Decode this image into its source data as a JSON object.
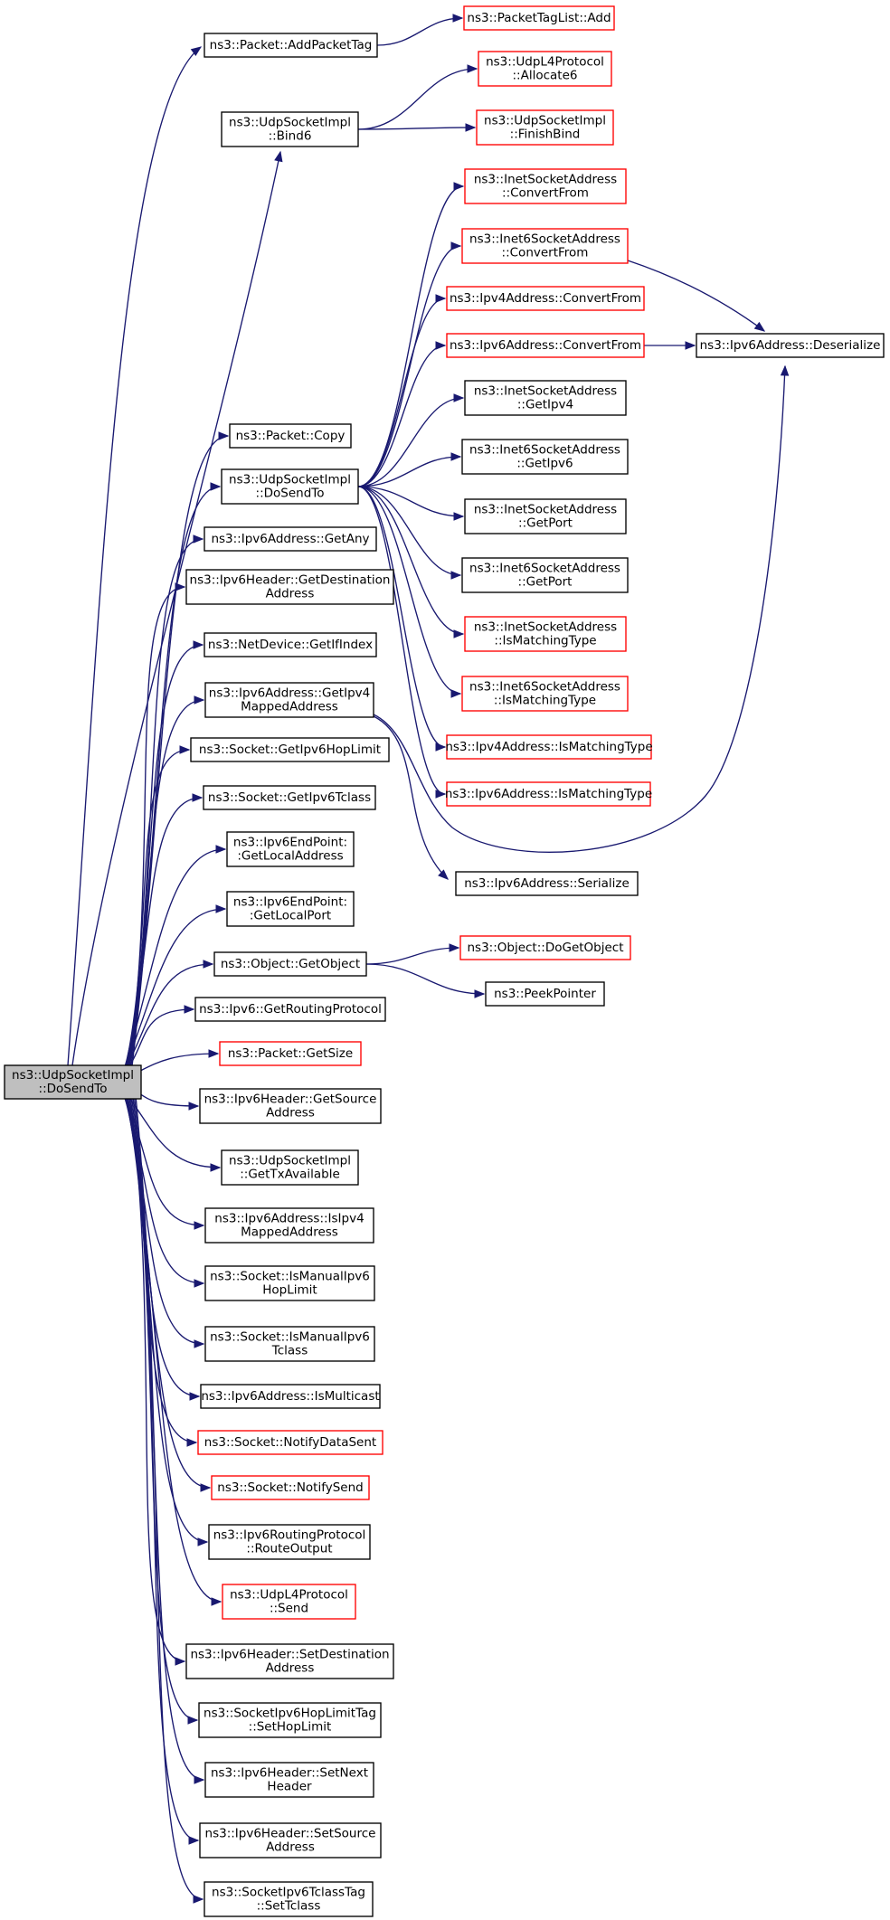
{
  "colors": {
    "edge": "#191970",
    "node_border_default": "#000000",
    "node_border_truncated": "#ff0000",
    "root_fill": "#bfbfbf",
    "node_fill": "#ffffff"
  },
  "nodes": [
    {
      "id": "root",
      "lines": [
        "ns3::UdpSocketImpl",
        "::DoSendTo"
      ],
      "border": "black",
      "root": true
    },
    {
      "id": "packet-addpackettag",
      "lines": [
        "ns3::Packet::AddPacketTag"
      ],
      "border": "black"
    },
    {
      "id": "packettaglist-add",
      "lines": [
        "ns3::PacketTagList::Add"
      ],
      "border": "red"
    },
    {
      "id": "udpsocketimpl-bind6",
      "lines": [
        "ns3::UdpSocketImpl",
        "::Bind6"
      ],
      "border": "black"
    },
    {
      "id": "udpl4protocol-allocate6",
      "lines": [
        "ns3::UdpL4Protocol",
        "::Allocate6"
      ],
      "border": "red"
    },
    {
      "id": "udpsocketimpl-finishbind",
      "lines": [
        "ns3::UdpSocketImpl",
        "::FinishBind"
      ],
      "border": "red"
    },
    {
      "id": "inetsocketaddress-convertfrom",
      "lines": [
        "ns3::InetSocketAddress",
        "::ConvertFrom"
      ],
      "border": "red"
    },
    {
      "id": "inet6socketaddress-convertfrom",
      "lines": [
        "ns3::Inet6SocketAddress",
        "::ConvertFrom"
      ],
      "border": "red"
    },
    {
      "id": "ipv4address-convertfrom",
      "lines": [
        "ns3::Ipv4Address::ConvertFrom"
      ],
      "border": "red"
    },
    {
      "id": "ipv6address-convertfrom",
      "lines": [
        "ns3::Ipv6Address::ConvertFrom"
      ],
      "border": "red"
    },
    {
      "id": "ipv6address-deserialize",
      "lines": [
        "ns3::Ipv6Address::Deserialize"
      ],
      "border": "black"
    },
    {
      "id": "inetsocketaddress-getipv4",
      "lines": [
        "ns3::InetSocketAddress",
        "::GetIpv4"
      ],
      "border": "black"
    },
    {
      "id": "packet-copy",
      "lines": [
        "ns3::Packet::Copy"
      ],
      "border": "black"
    },
    {
      "id": "udpsocketimpl-dosendto",
      "lines": [
        "ns3::UdpSocketImpl",
        "::DoSendTo"
      ],
      "border": "black"
    },
    {
      "id": "inet6socketaddress-getipv6",
      "lines": [
        "ns3::Inet6SocketAddress",
        "::GetIpv6"
      ],
      "border": "black"
    },
    {
      "id": "inetsocketaddress-getport",
      "lines": [
        "ns3::InetSocketAddress",
        "::GetPort"
      ],
      "border": "black"
    },
    {
      "id": "ipv6address-getany",
      "lines": [
        "ns3::Ipv6Address::GetAny"
      ],
      "border": "black"
    },
    {
      "id": "inet6socketaddress-getport",
      "lines": [
        "ns3::Inet6SocketAddress",
        "::GetPort"
      ],
      "border": "black"
    },
    {
      "id": "ipv6header-getdestinationaddress",
      "lines": [
        "ns3::Ipv6Header::GetDestination",
        "Address"
      ],
      "border": "black"
    },
    {
      "id": "inetsocketaddress-ismatchingtype",
      "lines": [
        "ns3::InetSocketAddress",
        "::IsMatchingType"
      ],
      "border": "red"
    },
    {
      "id": "netdevice-getifindex",
      "lines": [
        "ns3::NetDevice::GetIfIndex"
      ],
      "border": "black"
    },
    {
      "id": "inet6socketaddress-ismatchingtype",
      "lines": [
        "ns3::Inet6SocketAddress",
        "::IsMatchingType"
      ],
      "border": "red"
    },
    {
      "id": "ipv6address-getipv4mappedaddress",
      "lines": [
        "ns3::Ipv6Address::GetIpv4",
        "MappedAddress"
      ],
      "border": "black"
    },
    {
      "id": "socket-getipv6hoplimit",
      "lines": [
        "ns3::Socket::GetIpv6HopLimit"
      ],
      "border": "black"
    },
    {
      "id": "ipv4address-ismatchingtype",
      "lines": [
        "ns3::Ipv4Address::IsMatchingType"
      ],
      "border": "red"
    },
    {
      "id": "socket-getipv6tclass",
      "lines": [
        "ns3::Socket::GetIpv6Tclass"
      ],
      "border": "black"
    },
    {
      "id": "ipv6address-ismatchingtype",
      "lines": [
        "ns3::Ipv6Address::IsMatchingType"
      ],
      "border": "red"
    },
    {
      "id": "ipv6endpoint-getlocaladdress",
      "lines": [
        "ns3::Ipv6EndPoint:",
        ":GetLocalAddress"
      ],
      "border": "black"
    },
    {
      "id": "ipv6address-serialize",
      "lines": [
        "ns3::Ipv6Address::Serialize"
      ],
      "border": "black"
    },
    {
      "id": "ipv6endpoint-getlocalport",
      "lines": [
        "ns3::Ipv6EndPoint:",
        ":GetLocalPort"
      ],
      "border": "black"
    },
    {
      "id": "object-getobject",
      "lines": [
        "ns3::Object::GetObject"
      ],
      "border": "black"
    },
    {
      "id": "object-dogetobject",
      "lines": [
        "ns3::Object::DoGetObject"
      ],
      "border": "red"
    },
    {
      "id": "peekpointer",
      "lines": [
        "ns3::PeekPointer"
      ],
      "border": "black"
    },
    {
      "id": "ipv6-getroutingprotocol",
      "lines": [
        "ns3::Ipv6::GetRoutingProtocol"
      ],
      "border": "black"
    },
    {
      "id": "packet-getsize",
      "lines": [
        "ns3::Packet::GetSize"
      ],
      "border": "red"
    },
    {
      "id": "ipv6header-getsourceaddress",
      "lines": [
        "ns3::Ipv6Header::GetSource",
        "Address"
      ],
      "border": "black"
    },
    {
      "id": "udpsocketimpl-gettxavailable",
      "lines": [
        "ns3::UdpSocketImpl",
        "::GetTxAvailable"
      ],
      "border": "black"
    },
    {
      "id": "ipv6address-isipv4mappedaddress",
      "lines": [
        "ns3::Ipv6Address::IsIpv4",
        "MappedAddress"
      ],
      "border": "black"
    },
    {
      "id": "socket-ismanualipv6hoplimit",
      "lines": [
        "ns3::Socket::IsManualIpv6",
        "HopLimit"
      ],
      "border": "black"
    },
    {
      "id": "socket-ismanualipv6tclass",
      "lines": [
        "ns3::Socket::IsManualIpv6",
        "Tclass"
      ],
      "border": "black"
    },
    {
      "id": "ipv6address-ismulticast",
      "lines": [
        "ns3::Ipv6Address::IsMulticast"
      ],
      "border": "black"
    },
    {
      "id": "socket-notifydatasent",
      "lines": [
        "ns3::Socket::NotifyDataSent"
      ],
      "border": "red"
    },
    {
      "id": "socket-notifysend",
      "lines": [
        "ns3::Socket::NotifySend"
      ],
      "border": "red"
    },
    {
      "id": "ipv6routingprotocol-routeoutput",
      "lines": [
        "ns3::Ipv6RoutingProtocol",
        "::RouteOutput"
      ],
      "border": "black"
    },
    {
      "id": "udpl4protocol-send",
      "lines": [
        "ns3::UdpL4Protocol",
        "::Send"
      ],
      "border": "red"
    },
    {
      "id": "ipv6header-setdestinationaddress",
      "lines": [
        "ns3::Ipv6Header::SetDestination",
        "Address"
      ],
      "border": "black"
    },
    {
      "id": "socketipv6hoplimittag-sethoplimit",
      "lines": [
        "ns3::SocketIpv6HopLimitTag",
        "::SetHopLimit"
      ],
      "border": "black"
    },
    {
      "id": "ipv6header-setnextheader",
      "lines": [
        "ns3::Ipv6Header::SetNext",
        "Header"
      ],
      "border": "black"
    },
    {
      "id": "ipv6header-setsourceaddress",
      "lines": [
        "ns3::Ipv6Header::SetSource",
        "Address"
      ],
      "border": "black"
    },
    {
      "id": "socketipv6tclasstag-settclass",
      "lines": [
        "ns3::SocketIpv6TclassTag",
        "::SetTclass"
      ],
      "border": "black"
    }
  ],
  "edges": [
    [
      "root",
      "packet-addpackettag"
    ],
    [
      "root",
      "udpsocketimpl-bind6"
    ],
    [
      "root",
      "packet-copy"
    ],
    [
      "root",
      "udpsocketimpl-dosendto"
    ],
    [
      "root",
      "ipv6address-getany"
    ],
    [
      "root",
      "ipv6header-getdestinationaddress"
    ],
    [
      "root",
      "netdevice-getifindex"
    ],
    [
      "root",
      "ipv6address-getipv4mappedaddress"
    ],
    [
      "root",
      "socket-getipv6hoplimit"
    ],
    [
      "root",
      "socket-getipv6tclass"
    ],
    [
      "root",
      "ipv6endpoint-getlocaladdress"
    ],
    [
      "root",
      "ipv6endpoint-getlocalport"
    ],
    [
      "root",
      "object-getobject"
    ],
    [
      "root",
      "ipv6-getroutingprotocol"
    ],
    [
      "root",
      "packet-getsize"
    ],
    [
      "root",
      "ipv6header-getsourceaddress"
    ],
    [
      "root",
      "udpsocketimpl-gettxavailable"
    ],
    [
      "root",
      "ipv6address-isipv4mappedaddress"
    ],
    [
      "root",
      "socket-ismanualipv6hoplimit"
    ],
    [
      "root",
      "socket-ismanualipv6tclass"
    ],
    [
      "root",
      "ipv6address-ismulticast"
    ],
    [
      "root",
      "socket-notifydatasent"
    ],
    [
      "root",
      "socket-notifysend"
    ],
    [
      "root",
      "ipv6routingprotocol-routeoutput"
    ],
    [
      "root",
      "udpl4protocol-send"
    ],
    [
      "root",
      "ipv6header-setdestinationaddress"
    ],
    [
      "root",
      "socketipv6hoplimittag-sethoplimit"
    ],
    [
      "root",
      "ipv6header-setnextheader"
    ],
    [
      "root",
      "ipv6header-setsourceaddress"
    ],
    [
      "root",
      "socketipv6tclasstag-settclass"
    ],
    [
      "packet-addpackettag",
      "packettaglist-add"
    ],
    [
      "udpsocketimpl-bind6",
      "udpl4protocol-allocate6"
    ],
    [
      "udpsocketimpl-bind6",
      "udpsocketimpl-finishbind"
    ],
    [
      "udpsocketimpl-dosendto",
      "inetsocketaddress-convertfrom"
    ],
    [
      "udpsocketimpl-dosendto",
      "inet6socketaddress-convertfrom"
    ],
    [
      "udpsocketimpl-dosendto",
      "ipv4address-convertfrom"
    ],
    [
      "udpsocketimpl-dosendto",
      "ipv6address-convertfrom"
    ],
    [
      "udpsocketimpl-dosendto",
      "inetsocketaddress-getipv4"
    ],
    [
      "udpsocketimpl-dosendto",
      "inet6socketaddress-getipv6"
    ],
    [
      "udpsocketimpl-dosendto",
      "inetsocketaddress-getport"
    ],
    [
      "udpsocketimpl-dosendto",
      "inet6socketaddress-getport"
    ],
    [
      "udpsocketimpl-dosendto",
      "inetsocketaddress-ismatchingtype"
    ],
    [
      "udpsocketimpl-dosendto",
      "inet6socketaddress-ismatchingtype"
    ],
    [
      "udpsocketimpl-dosendto",
      "ipv4address-ismatchingtype"
    ],
    [
      "udpsocketimpl-dosendto",
      "ipv6address-ismatchingtype"
    ],
    [
      "inet6socketaddress-convertfrom",
      "ipv6address-deserialize"
    ],
    [
      "ipv6address-convertfrom",
      "ipv6address-deserialize"
    ],
    [
      "ipv6address-getipv4mappedaddress",
      "ipv6address-deserialize"
    ],
    [
      "ipv6address-getipv4mappedaddress",
      "ipv6address-serialize"
    ],
    [
      "object-getobject",
      "object-dogetobject"
    ],
    [
      "object-getobject",
      "peekpointer"
    ]
  ]
}
